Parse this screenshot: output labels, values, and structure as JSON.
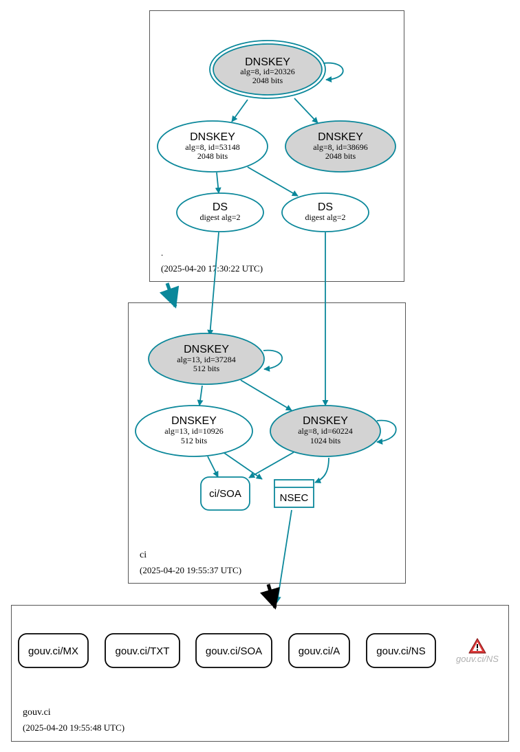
{
  "colors": {
    "teal": "#0a879a",
    "signed_fill": "#d3d3d3",
    "box_stroke": "#555555",
    "black": "#000000",
    "warning_red": "#e03a3a",
    "warning_text": "#b0b0b0"
  },
  "zones": [
    {
      "name": ".",
      "timestamp": "(2025-04-20 17:30:22 UTC)"
    },
    {
      "name": "ci",
      "timestamp": "(2025-04-20 19:55:37 UTC)"
    },
    {
      "name": "gouv.ci",
      "timestamp": "(2025-04-20 19:55:48 UTC)"
    }
  ],
  "nodes": {
    "root_ksk": {
      "title": "DNSKEY",
      "line1": "alg=8, id=20326",
      "line2": "2048 bits"
    },
    "root_zsk": {
      "title": "DNSKEY",
      "line1": "alg=8, id=53148",
      "line2": "2048 bits"
    },
    "root_key3": {
      "title": "DNSKEY",
      "line1": "alg=8, id=38696",
      "line2": "2048 bits"
    },
    "ds_left": {
      "title": "DS",
      "line1": "digest alg=2"
    },
    "ds_right": {
      "title": "DS",
      "line1": "digest alg=2"
    },
    "ci_ksk": {
      "title": "DNSKEY",
      "line1": "alg=13, id=37284",
      "line2": "512 bits"
    },
    "ci_zsk": {
      "title": "DNSKEY",
      "line1": "alg=13, id=10926",
      "line2": "512 bits"
    },
    "ci_key8": {
      "title": "DNSKEY",
      "line1": "alg=8, id=60224",
      "line2": "1024 bits"
    },
    "ci_soa": {
      "label": "ci/SOA"
    },
    "nsec": {
      "label": "NSEC"
    }
  },
  "records": [
    {
      "label": "gouv.ci/MX"
    },
    {
      "label": "gouv.ci/TXT"
    },
    {
      "label": "gouv.ci/SOA"
    },
    {
      "label": "gouv.ci/A"
    },
    {
      "label": "gouv.ci/NS"
    }
  ],
  "warning": {
    "icon": "warning-triangle-icon",
    "label": "gouv.ci/NS"
  }
}
